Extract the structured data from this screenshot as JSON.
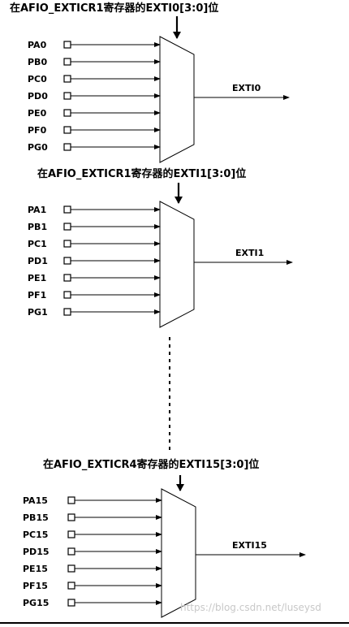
{
  "blocks": [
    {
      "title": "在AFIO_EXTICR1寄存器的EXTI0[3:0]位",
      "inputs": [
        "PA0",
        "PB0",
        "PC0",
        "PD0",
        "PE0",
        "PF0",
        "PG0"
      ],
      "output": "EXTI0"
    },
    {
      "title": "在AFIO_EXTICR1寄存器的EXTI1[3:0]位",
      "inputs": [
        "PA1",
        "PB1",
        "PC1",
        "PD1",
        "PE1",
        "PF1",
        "PG1"
      ],
      "output": "EXTI1"
    },
    {
      "title": "在AFIO_EXTICR4寄存器的EXTI15[3:0]位",
      "inputs": [
        "PA15",
        "PB15",
        "PC15",
        "PD15",
        "PE15",
        "PF15",
        "PG15"
      ],
      "output": "EXTI15"
    }
  ],
  "watermark": "https://blog.csdn.net/luseysd"
}
